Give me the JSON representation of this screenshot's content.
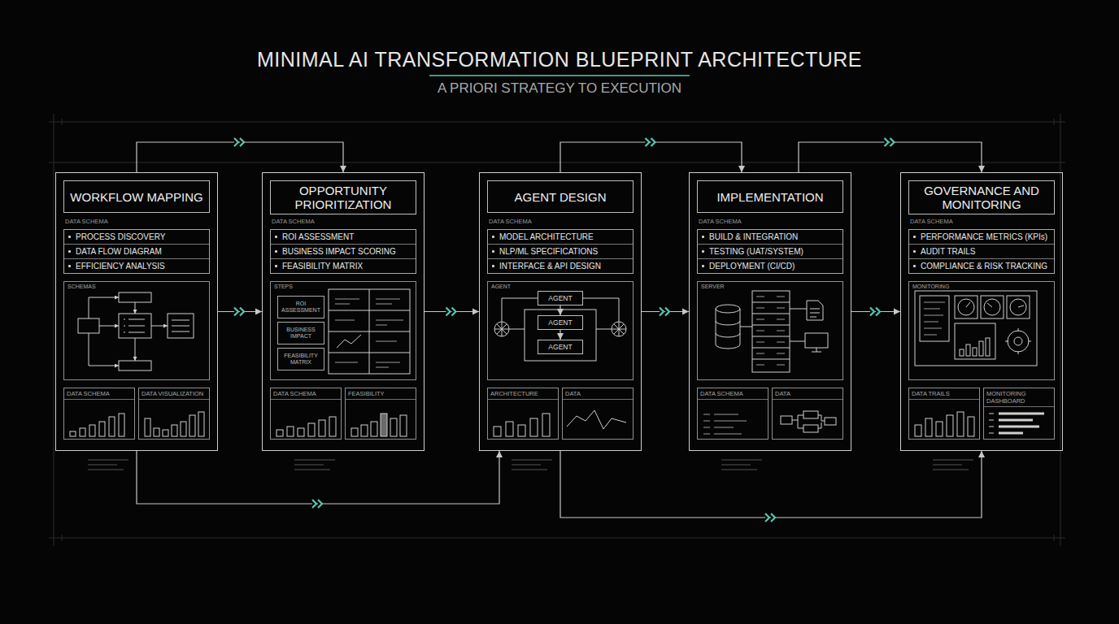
{
  "diagram": {
    "title": "MINIMAL AI TRANSFORMATION BLUEPRINT ARCHITECTURE",
    "nodes": [
      {
        "text": [
          "WORKFLOW MAPPING",
          "DATA SCHEMA"
        ]
      },
      {
        "text": [
          "PROCESS DISCOVERY",
          "DATA FLOW DIAGRAM",
          "EFFICIENCY ANALYSIS"
        ],
        "in": 0
      },
      {
        "text": [
          "SCHEMAS"
        ],
        "in": 0
      },
      {
        "text": [
          "DATA SCHEMA"
        ],
        "in": 0
      },
      {
        "text": [
          "DATA VISUALIZATION"
        ],
        "in": 0
      },
      {
        "text": [
          "OPPORTUNITY PRIORITIZATION",
          "DATA SCHEMA"
        ]
      },
      {
        "text": [
          "ROI ASSESSMENT",
          "BUSINESS IMPACT SCORING",
          "FEASIBILITY MATRIX"
        ],
        "in": 5
      },
      {
        "text": [
          "STEPS"
        ],
        "in": 5
      },
      {
        "text": [
          "ROI ASSESSMENT"
        ],
        "in": 7
      },
      {
        "text": [
          "BUSINESS IMPACT"
        ],
        "in": 7
      },
      {
        "text": [
          "FEASIBILITY MATRIX"
        ],
        "in": 7
      },
      {
        "text": [
          "DATA SCHEMA"
        ],
        "in": 5
      },
      {
        "text": [
          "FEASIBILITY"
        ],
        "in": 5
      },
      {
        "text": [
          "AGENT DESIGN",
          "DATA SCHEMA"
        ]
      },
      {
        "text": [
          "MODEL ARCHITECTURE",
          "NLP/ML SPECIFICATIONS",
          "INTERFACE & API DESIGN"
        ],
        "in": 13
      },
      {
        "text": [
          "AGENT"
        ],
        "in": 13
      },
      {
        "text": [
          "AGENT"
        ],
        "in": 15
      },
      {
        "text": [
          "AGENT"
        ],
        "in": 15
      },
      {
        "text": [
          "AGENT"
        ],
        "in": 15
      },
      {
        "text": [
          "ARCHITECTURE"
        ],
        "in": 13
      },
      {
        "text": [
          "DATA"
        ],
        "in": 13
      },
      {
        "text": [
          "IMPLEMENTATION",
          "DATA SCHEMA"
        ]
      },
      {
        "text": [
          "BUILD & INTEGRATION",
          "TESTING (UAT/SYSTEM)",
          "DEPLOYMENT (CI/CD)"
        ],
        "in": 21
      },
      {
        "text": [
          "SERVER"
        ],
        "in": 21
      },
      {
        "text": [
          "DATA SCHEMA"
        ],
        "in": 21
      },
      {
        "text": [
          "DATA"
        ],
        "in": 21
      },
      {
        "text": [
          "GOVERNANCE AND MONITORING",
          "DATA SCHEMA"
        ]
      },
      {
        "text": [
          "PERFORMANCE METRICS (KPIs)",
          "AUDIT TRAILS",
          "COMPLIANCE & RISK TRACKING"
        ],
        "in": 26
      },
      {
        "text": [
          "MONITORING"
        ],
        "in": 26
      },
      {
        "text": [
          "DATA TRAILS"
        ],
        "in": 26
      },
      {
        "text": [
          "MONITORING DASHBOARD"
        ],
        "in": 26
      }
    ],
    "edges": [
      {
        "from": 0,
        "to": 5,
        "arrow": "to"
      },
      {
        "from": 5,
        "to": 13,
        "arrow": "to"
      },
      {
        "from": 13,
        "to": 21,
        "arrow": "to"
      },
      {
        "from": 21,
        "to": 26,
        "arrow": "to"
      },
      {
        "from": 0,
        "to": 5,
        "arrow": "to"
      },
      {
        "from": 13,
        "to": 21,
        "arrow": "to"
      },
      {
        "from": 21,
        "to": 26,
        "arrow": "to"
      },
      {
        "from": 0,
        "to": 13,
        "arrow": "to"
      },
      {
        "from": 13,
        "to": 26,
        "arrow": "to"
      },
      {
        "from": 16,
        "to": 17,
        "arrow": "to"
      },
      {
        "from": 17,
        "to": 18,
        "arrow": "to"
      }
    ],
    "labels": [
      "A PRIORI STRATEGY TO EXECUTION"
    ]
  }
}
